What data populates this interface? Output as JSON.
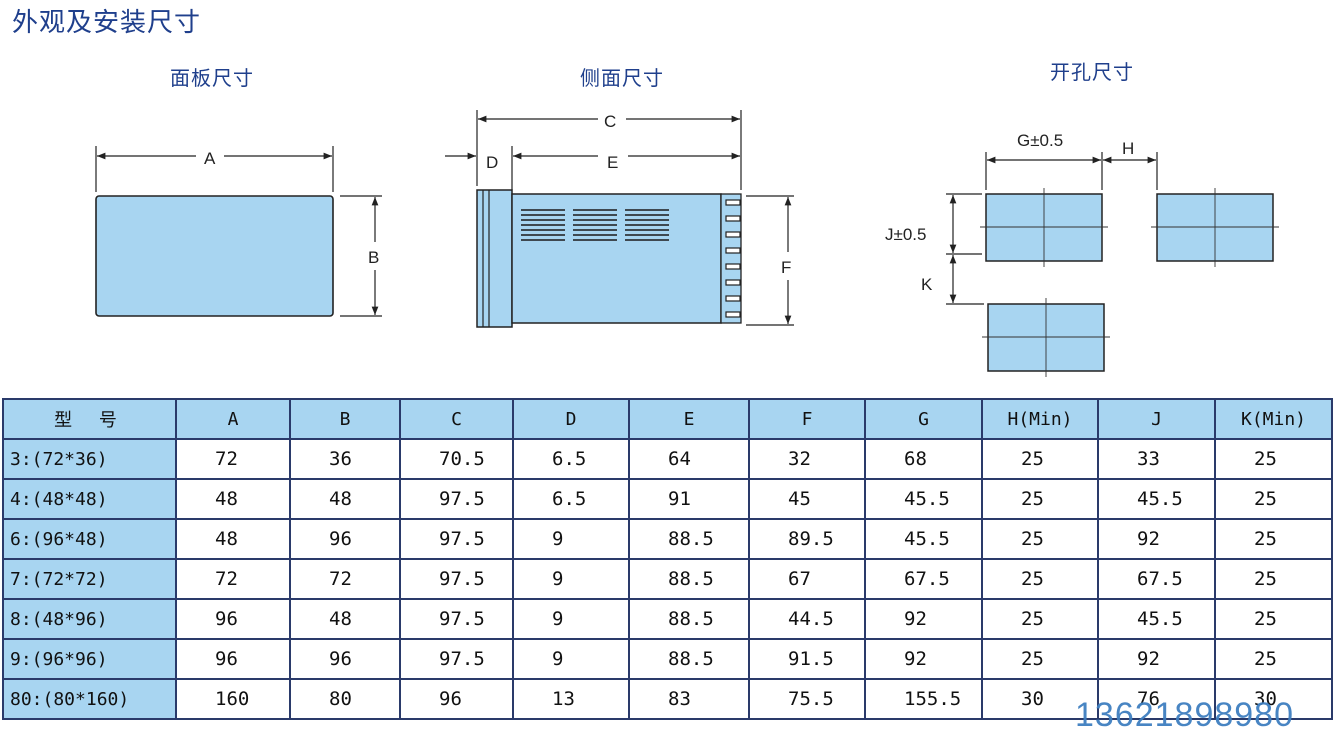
{
  "page": {
    "title": "外观及安装尺寸"
  },
  "drawings": {
    "panel": {
      "title": "面板尺寸",
      "labels": {
        "A": "A",
        "B": "B"
      }
    },
    "side": {
      "title": "侧面尺寸",
      "labels": {
        "C": "C",
        "D": "D",
        "E": "E",
        "F": "F"
      }
    },
    "cutout": {
      "title": "开孔尺寸",
      "labels": {
        "G": "G±0.5",
        "H": "H",
        "J": "J±0.5",
        "K": "K"
      }
    }
  },
  "table": {
    "headers": [
      "型  号",
      "A",
      "B",
      "C",
      "D",
      "E",
      "F",
      "G",
      "H(Min)",
      "J",
      "K(Min)"
    ],
    "rows": [
      [
        "3:(72*36)",
        "72",
        "36",
        "70.5",
        "6.5",
        "64",
        "32",
        "68",
        "25",
        "33",
        "25"
      ],
      [
        "4:(48*48)",
        "48",
        "48",
        "97.5",
        "6.5",
        "91",
        "45",
        "45.5",
        "25",
        "45.5",
        "25"
      ],
      [
        "6:(96*48)",
        "48",
        "96",
        "97.5",
        "9",
        "88.5",
        "89.5",
        "45.5",
        "25",
        "92",
        "25"
      ],
      [
        "7:(72*72)",
        "72",
        "72",
        "97.5",
        "9",
        "88.5",
        "67",
        "67.5",
        "25",
        "67.5",
        "25"
      ],
      [
        "8:(48*96)",
        "96",
        "48",
        "97.5",
        "9",
        "88.5",
        "44.5",
        "92",
        "25",
        "45.5",
        "25"
      ],
      [
        "9:(96*96)",
        "96",
        "96",
        "97.5",
        "9",
        "88.5",
        "91.5",
        "92",
        "25",
        "92",
        "25"
      ],
      [
        "80:(80*160)",
        "160",
        "80",
        "96",
        "13",
        "83",
        "75.5",
        "155.5",
        "30",
        "76",
        "30"
      ]
    ]
  },
  "watermark": {
    "text": "13621898980"
  },
  "colors": {
    "fill": "#a8d5f1",
    "title": "#1f3f8c",
    "watermark": "#3f7fc0"
  }
}
